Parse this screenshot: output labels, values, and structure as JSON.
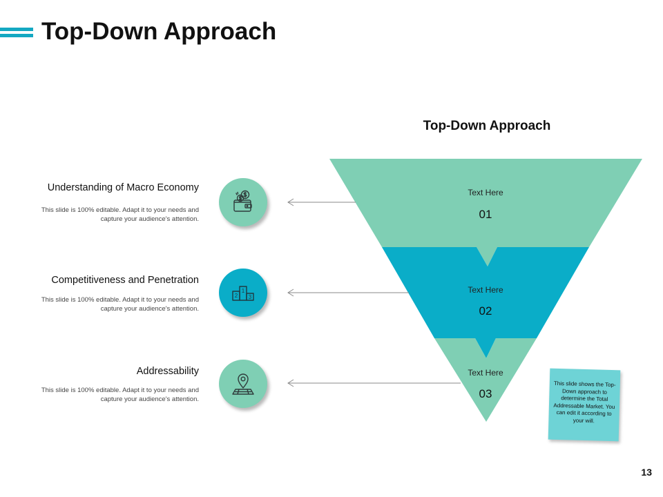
{
  "slide": {
    "title": "Top-Down Approach",
    "diagram_title": "Top-Down Approach",
    "page_number": "13"
  },
  "colors": {
    "accent": "#14a8c2",
    "mint": "#7fcfb4",
    "teal": "#0aadc8"
  },
  "items": [
    {
      "heading": "Understanding of Macro Economy",
      "description": "This slide is 100% editable. Adapt it to your needs and capture your audience's attention.",
      "icon": "wallet-money-icon"
    },
    {
      "heading": "Competitiveness and Penetration",
      "description": "This slide is 100% editable. Adapt it to your needs and capture your audience's attention.",
      "icon": "podium-icon"
    },
    {
      "heading": "Addressability",
      "description": "This slide is 100% editable. Adapt it to your needs and capture your audience's attention.",
      "icon": "map-pin-icon"
    }
  ],
  "tiers": [
    {
      "label": "Text Here",
      "number": "01"
    },
    {
      "label": "Text Here",
      "number": "02"
    },
    {
      "label": "Text Here",
      "number": "03"
    }
  ],
  "note": "This slide shows the Top-Down approach to determine the Total Addressable Market. You can edit it according to your will."
}
